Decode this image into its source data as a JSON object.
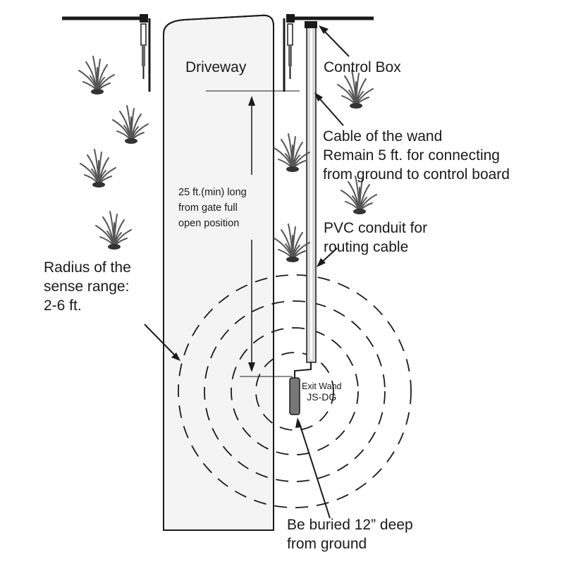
{
  "labels": {
    "driveway": "Driveway",
    "control_box": "Control Box",
    "cable": [
      "Cable of the wand",
      "Remain 5 ft. for connecting",
      "from ground to control board"
    ],
    "distance": [
      "25 ft.(min) long",
      "from gate full",
      "open position"
    ],
    "conduit": [
      "PVC conduit for",
      "routing cable"
    ],
    "radius": [
      "Radius of the",
      "sense range:",
      "2-6 ft."
    ],
    "wand": [
      "Exit Wand",
      "JS-DG"
    ],
    "buried": [
      "Be buried 12” deep",
      "from ground"
    ]
  },
  "icons": [
    "grass-tuft-icon",
    "gate-hinge-icon",
    "sensor-wand-icon",
    "control-box-icon"
  ],
  "colors": {
    "line": "#1a1a1a",
    "driveway_fill": "#f4f4f4",
    "grass": "#555555",
    "conduit": "#d8d8d8"
  }
}
